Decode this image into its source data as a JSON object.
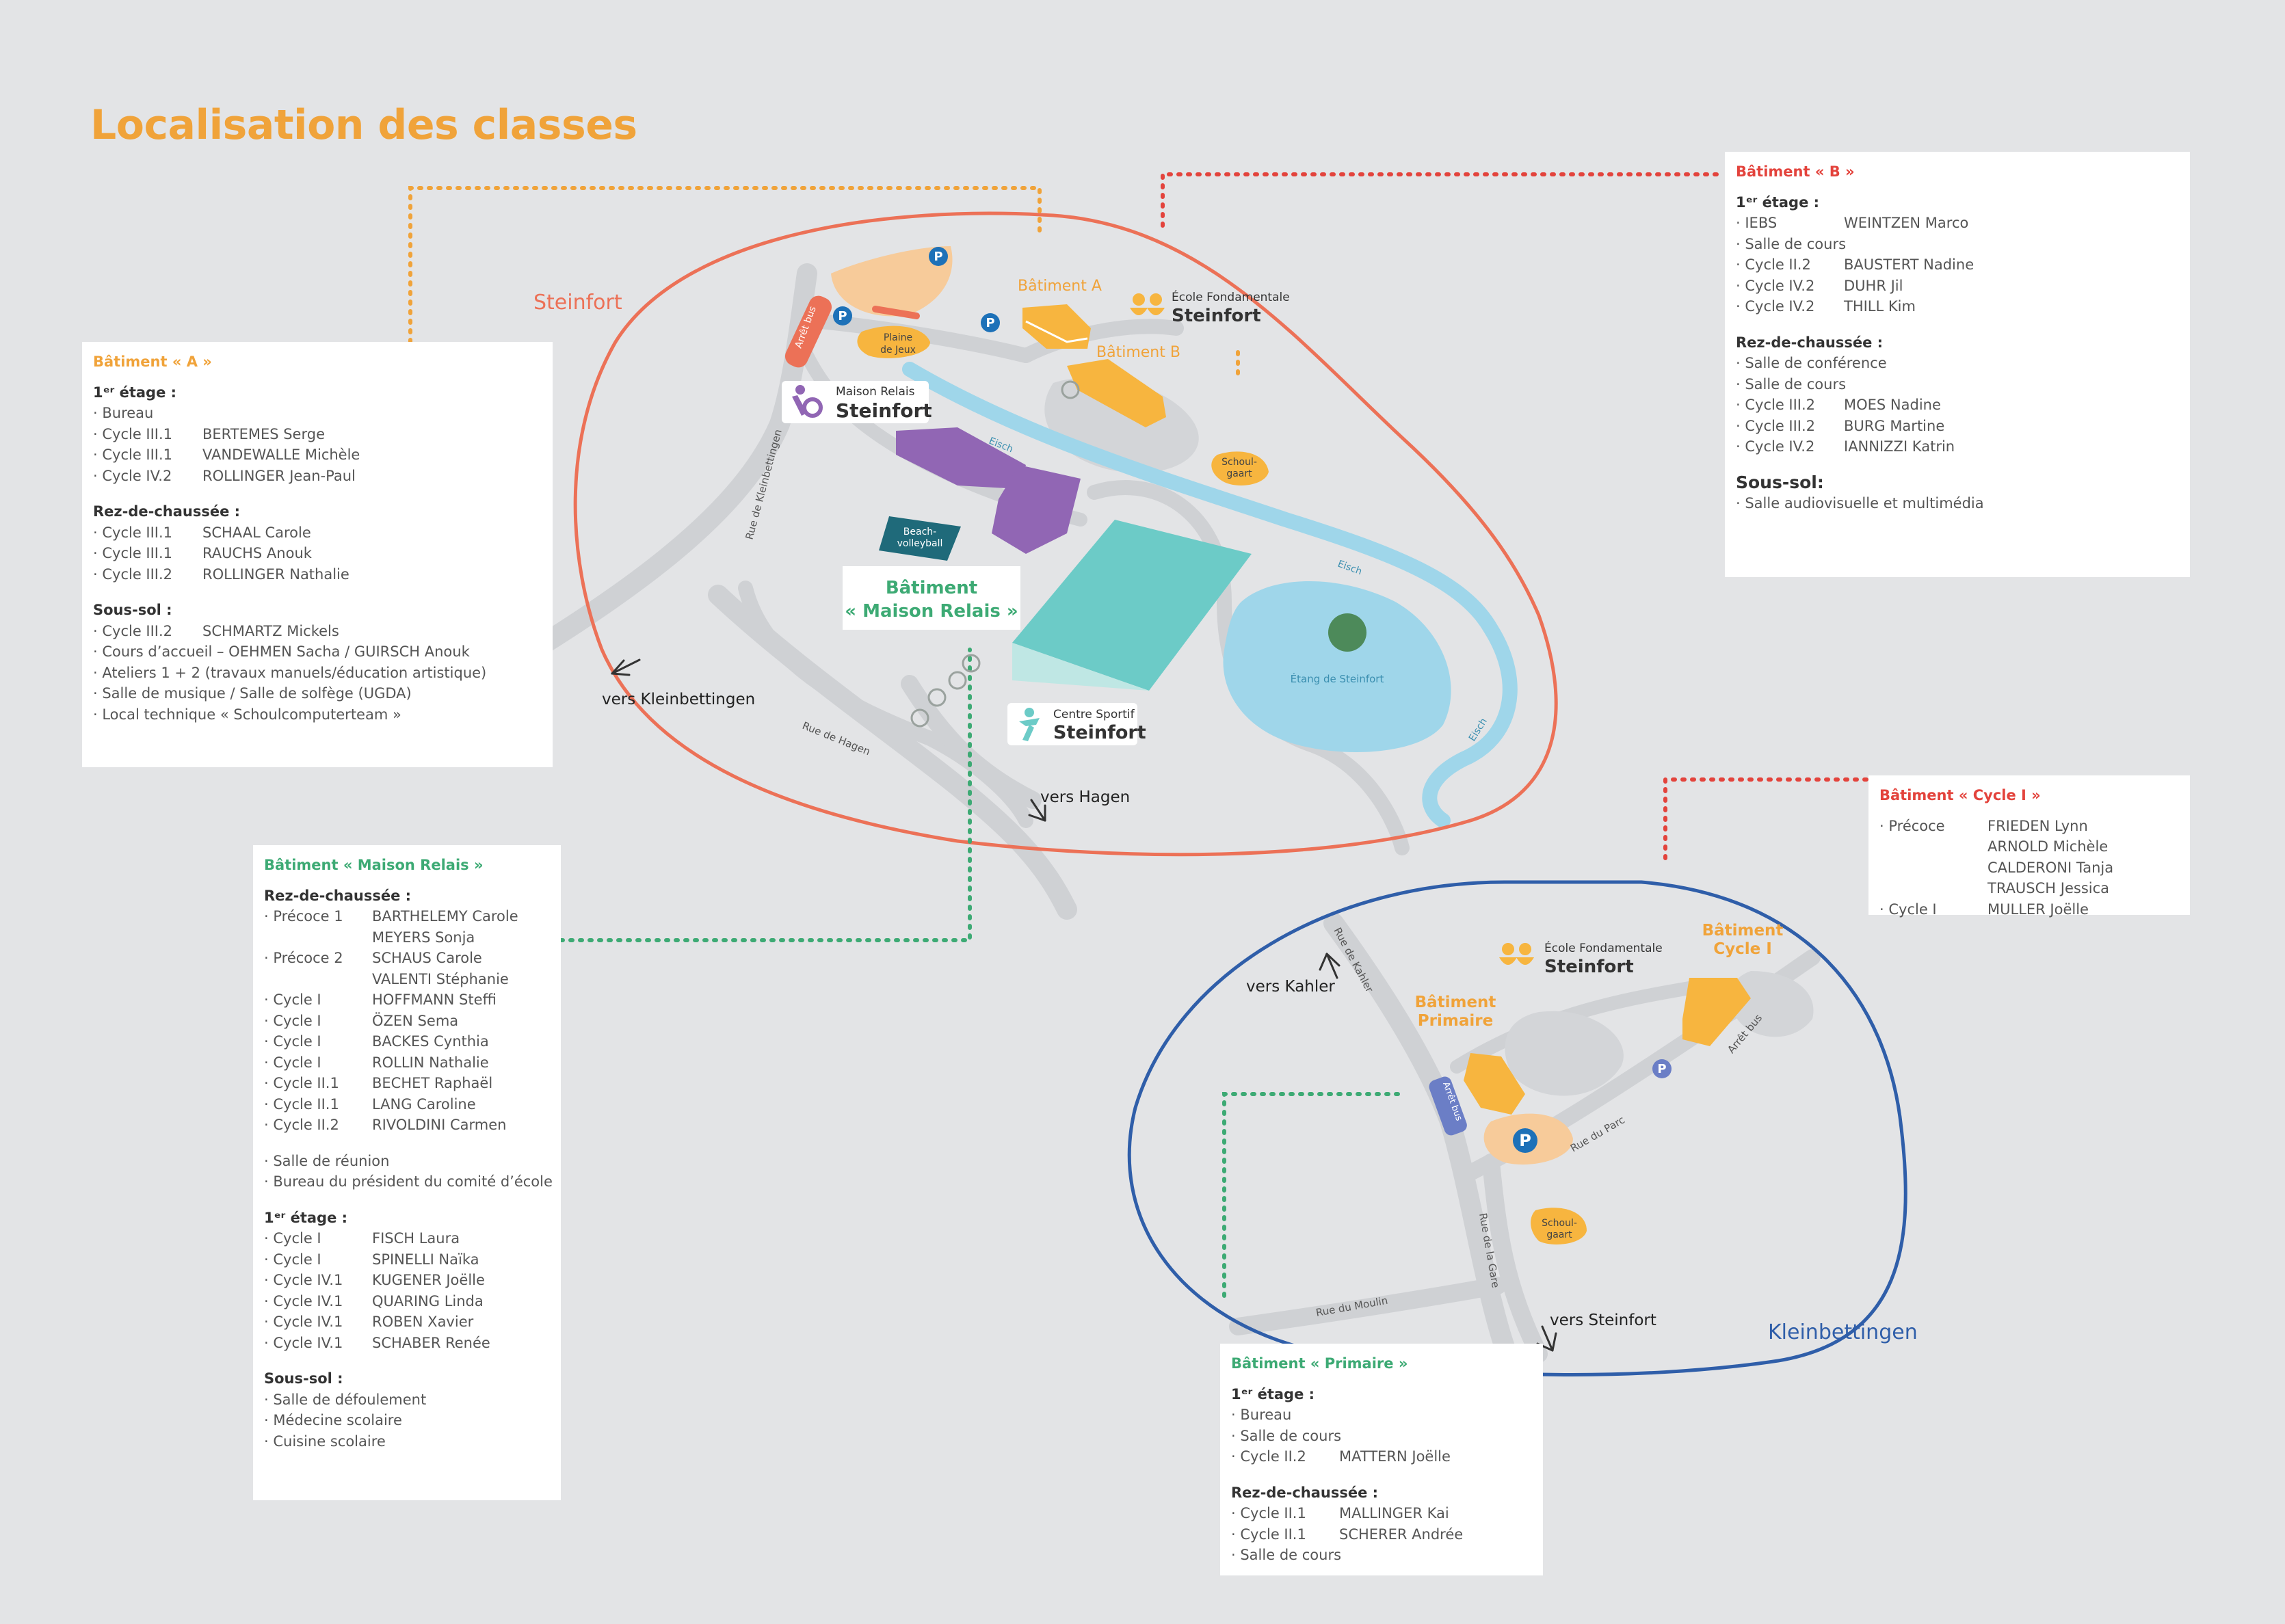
{
  "title": "Localisation des classes",
  "colors": {
    "orange": "#f0a33a",
    "red": "#e3433c",
    "green": "#3daa74",
    "steinfort_outline": "#ec7157",
    "kleinbettingen_outline": "#2f5ea9",
    "purple": "#9166b4",
    "teal": "#6ccbc7",
    "water": "#9fd6ea"
  },
  "map": {
    "area_steinfort": "Steinfort",
    "area_kleinbettingen": "Kleinbettingen",
    "schools": {
      "steinfort_a": "École Fondamentale",
      "steinfort_b": "Steinfort",
      "kb_a": "École Fondamentale",
      "kb_b": "Steinfort"
    },
    "maison_relais_logo": {
      "line1": "Maison Relais",
      "line2": "Steinfort"
    },
    "centre_sportif": {
      "line1": "Centre Sportif",
      "line2": "Steinfort"
    },
    "batiment_a": "Bâtiment A",
    "batiment_b": "Bâtiment B",
    "batiment_mr": {
      "line1": "Bâtiment",
      "line2": "« Maison Relais »"
    },
    "batiment_primaire": {
      "line1": "Bâtiment",
      "line2": "Primaire"
    },
    "batiment_cycle1": {
      "line1": "Bâtiment",
      "line2": "Cycle I"
    },
    "plaine": {
      "line1": "Plaine",
      "line2": "de Jeux"
    },
    "arret_bus": "Arrêt bus",
    "schoulgaart": {
      "line1": "Schoul-",
      "line2": "gaart"
    },
    "beach": {
      "line1": "Beach-",
      "line2": "volleyball"
    },
    "etang": "Étang de Steinfort",
    "river": "Eisch",
    "parking": "P",
    "roads": {
      "kleinbettingen": "Rue de Kleinbettingen",
      "hagen": "Rue de Hagen",
      "kahler": "Rue de Kahler",
      "gare": "Rue de la Gare",
      "moulin": "Rue du Moulin",
      "parc": "Rue du Parc"
    },
    "directions": {
      "kleinbettingen": "vers Kleinbettingen",
      "hagen": "vers Hagen",
      "kahler": "vers Kahler",
      "steinfort": "vers Steinfort"
    }
  },
  "cards": {
    "a": {
      "title": "Bâtiment « A »",
      "sections": [
        {
          "heading": "1ᵉʳ étage :",
          "rows": [
            [
              "· Bureau",
              ""
            ],
            [
              "· Cycle III.1",
              "BERTEMES Serge"
            ],
            [
              "· Cycle III.1",
              "VANDEWALLE Michèle"
            ],
            [
              "· Cycle IV.2",
              "ROLLINGER Jean-Paul"
            ]
          ]
        },
        {
          "heading": "Rez-de-chaussée :",
          "rows": [
            [
              "· Cycle III.1",
              "SCHAAL Carole"
            ],
            [
              "· Cycle III.1",
              "RAUCHS Anouk"
            ],
            [
              "· Cycle III.2",
              "ROLLINGER Nathalie"
            ]
          ]
        },
        {
          "heading": "Sous-sol :",
          "rows": [
            [
              "· Cycle III.2",
              "SCHMARTZ Mickels"
            ],
            [
              "· Cours d’accueil – OEHMEN Sacha / GUIRSCH Anouk",
              ""
            ],
            [
              "· Ateliers 1 + 2 (travaux manuels/éducation artistique)",
              ""
            ],
            [
              "· Salle de musique / Salle de solfège (UGDA)",
              ""
            ],
            [
              "· Local technique « Schoulcomputerteam »",
              ""
            ]
          ]
        }
      ]
    },
    "b": {
      "title": "Bâtiment « B »",
      "sections": [
        {
          "heading": "1ᵉʳ étage :",
          "rows": [
            [
              "· IEBS",
              "WEINTZEN Marco"
            ],
            [
              "· Salle de cours",
              ""
            ],
            [
              "· Cycle II.2",
              "BAUSTERT Nadine"
            ],
            [
              "· Cycle IV.2",
              "DUHR Jil"
            ],
            [
              "· Cycle IV.2",
              "THILL Kim"
            ]
          ]
        },
        {
          "heading": "Rez-de-chaussée :",
          "rows": [
            [
              "· Salle de conférence",
              ""
            ],
            [
              "· Salle de cours",
              ""
            ],
            [
              "· Cycle III.2",
              "MOES Nadine"
            ],
            [
              "· Cycle III.2",
              "BURG Martine"
            ],
            [
              "· Cycle IV.2",
              "IANNIZZI Katrin"
            ]
          ]
        },
        {
          "heading": "Sous-sol:",
          "rows": [
            [
              "· Salle audiovisuelle et multimédia",
              ""
            ]
          ]
        }
      ]
    },
    "mr": {
      "title": "Bâtiment « Maison Relais »",
      "sections": [
        {
          "heading": "Rez-de-chaussée :",
          "rows": [
            [
              "· Précoce 1",
              "BARTHELEMY Carole"
            ],
            [
              "",
              "MEYERS Sonja"
            ],
            [
              "· Précoce 2",
              "SCHAUS Carole"
            ],
            [
              "",
              "VALENTI Stéphanie"
            ],
            [
              "· Cycle I",
              "HOFFMANN Steffi"
            ],
            [
              "· Cycle I",
              "ÖZEN Sema"
            ],
            [
              "· Cycle I",
              "BACKES Cynthia"
            ],
            [
              "· Cycle I",
              "ROLLIN Nathalie"
            ],
            [
              "· Cycle II.1",
              "BECHET Raphaël"
            ],
            [
              "· Cycle II.1",
              "LANG Caroline"
            ],
            [
              "· Cycle II.2",
              "RIVOLDINI Carmen"
            ]
          ]
        },
        {
          "heading": "",
          "rows": [
            [
              "· Salle de réunion",
              ""
            ],
            [
              "· Bureau du président du comité d’école",
              ""
            ]
          ]
        },
        {
          "heading": "1ᵉʳ étage :",
          "rows": [
            [
              "· Cycle I",
              "FISCH Laura"
            ],
            [
              "· Cycle I",
              "SPINELLI Naïka"
            ],
            [
              "· Cycle IV.1",
              "KUGENER Joëlle"
            ],
            [
              "· Cycle IV.1",
              "QUARING Linda"
            ],
            [
              "· Cycle IV.1",
              "ROBEN Xavier"
            ],
            [
              "· Cycle IV.1",
              "SCHABER Renée"
            ]
          ]
        },
        {
          "heading": "Sous-sol :",
          "rows": [
            [
              "· Salle de défoulement",
              ""
            ],
            [
              "· Médecine scolaire",
              ""
            ],
            [
              "· Cuisine scolaire",
              ""
            ]
          ]
        }
      ]
    },
    "cycle1": {
      "title": "Bâtiment « Cycle I »",
      "sections": [
        {
          "heading": "",
          "rows": [
            [
              "· Précoce",
              "FRIEDEN Lynn"
            ],
            [
              "",
              "ARNOLD Michèle"
            ],
            [
              "",
              "CALDERONI Tanja"
            ],
            [
              "",
              "TRAUSCH Jessica"
            ],
            [
              "· Cycle I",
              "MULLER Joëlle"
            ]
          ]
        }
      ]
    },
    "primaire": {
      "title": "Bâtiment « Primaire »",
      "sections": [
        {
          "heading": "1ᵉʳ étage :",
          "rows": [
            [
              "· Bureau",
              ""
            ],
            [
              "· Salle de cours",
              ""
            ],
            [
              "· Cycle II.2",
              "MATTERN Joëlle"
            ]
          ]
        },
        {
          "heading": "Rez-de-chaussée :",
          "rows": [
            [
              "· Cycle II.1",
              "MALLINGER Kai"
            ],
            [
              "· Cycle II.1",
              "SCHERER Andrée"
            ],
            [
              "· Salle de cours",
              ""
            ]
          ]
        }
      ]
    }
  }
}
